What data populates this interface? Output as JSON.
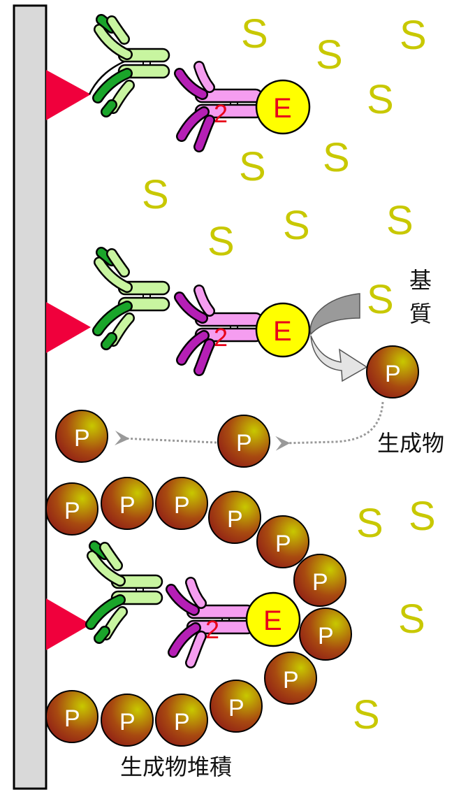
{
  "labels": {
    "substrate": "基質",
    "product": "生成物",
    "accumulation": "生成物堆積",
    "s": "S",
    "p": "P",
    "e": "E",
    "secondary_antibody_number": "2"
  },
  "colors": {
    "surface_fill": "#d9d9d9",
    "antigen": "#f0003c",
    "primary_antibody_light": "#c8f5a0",
    "primary_antibody_dark": "#1aa52a",
    "secondary_antibody_light": "#f59df0",
    "secondary_antibody_dark": "#b51fb5",
    "enzyme": "#ffff00",
    "substrate_text": "#c8c800",
    "product_gradient_start": "#9b1c1c",
    "product_gradient_end": "#c8c800",
    "arrow_gray": "#a0a0a0"
  }
}
